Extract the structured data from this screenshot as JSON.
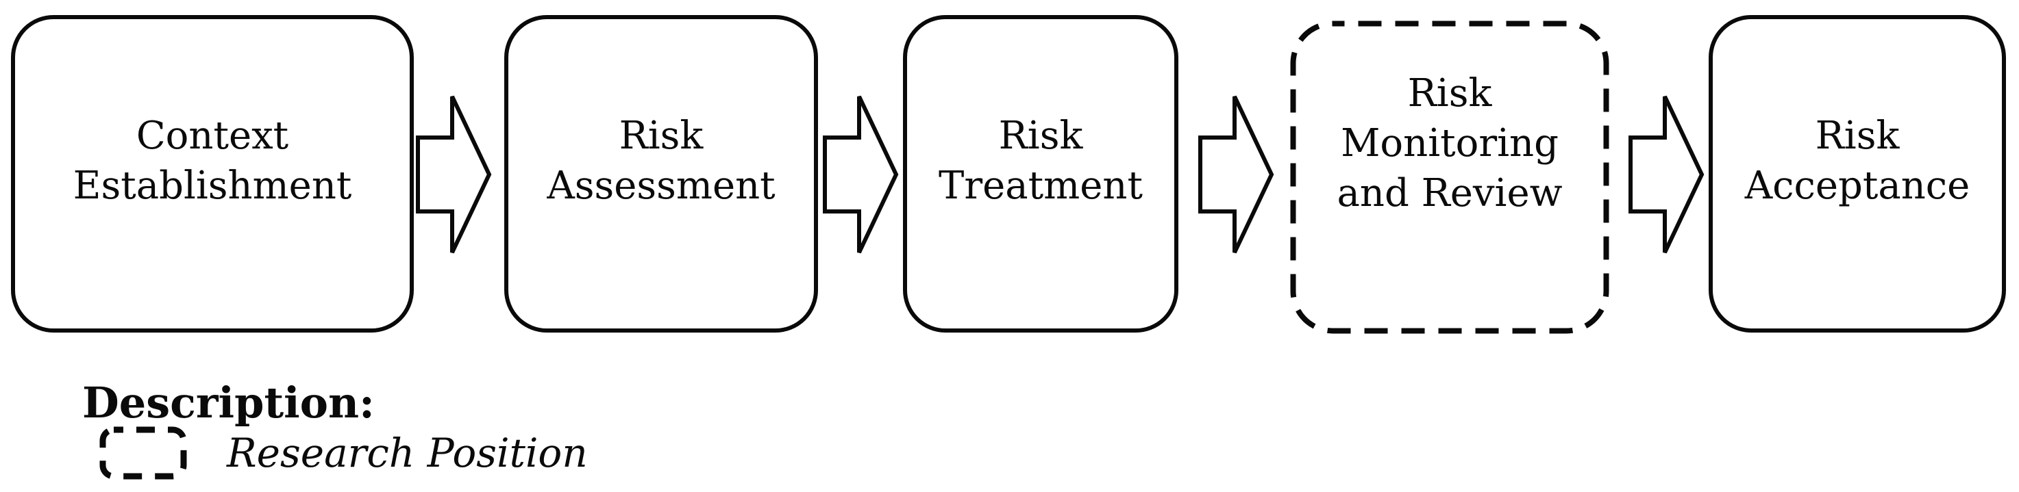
{
  "figure": {
    "background_color": "#ffffff",
    "stroke_color": "#0a0a0a",
    "boxes": [
      {
        "label": "Context\nEstablishment",
        "border_style": "solid"
      },
      {
        "label": "Risk\nAssessment",
        "border_style": "solid"
      },
      {
        "label": "Risk\nTreatment",
        "border_style": "solid"
      },
      {
        "label": "Risk\nMonitoring\nand Review",
        "border_style": "dashed"
      },
      {
        "label": "Risk\nAcceptance",
        "border_style": "solid"
      }
    ],
    "connector": "block-arrow-right",
    "legend": {
      "title": "Description:",
      "items": [
        {
          "icon": "dashed-box",
          "label": "Research Position"
        }
      ]
    }
  }
}
